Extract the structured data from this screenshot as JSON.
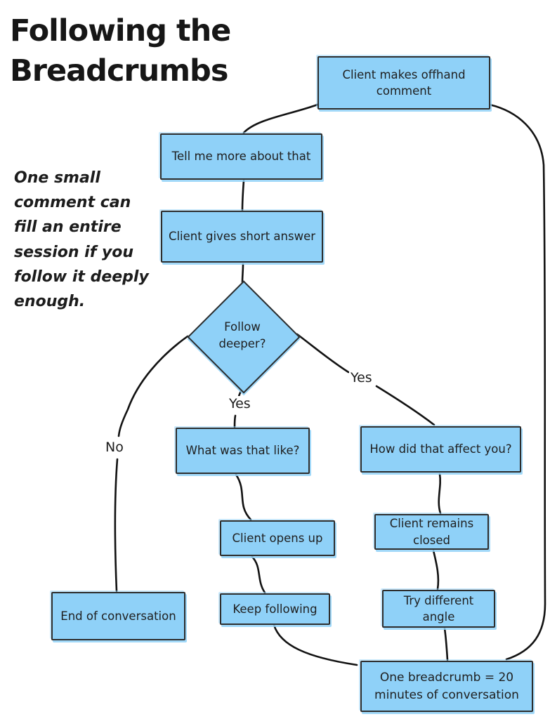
{
  "title": "Following the Breadcrumbs",
  "note": "One small comment can fill an entire session if you follow it deeply enough.",
  "nodes": {
    "offhand": {
      "label": "Client makes offhand comment"
    },
    "tell_me_more": {
      "label": "Tell me more about that"
    },
    "short_answer": {
      "label": "Client gives short answer"
    },
    "follow_deeper": {
      "label": "Follow deeper?"
    },
    "what_was_that": {
      "label": "What was that like?"
    },
    "how_affect": {
      "label": "How did that affect you?"
    },
    "opens_up": {
      "label": "Client opens up"
    },
    "remains_closed": {
      "label": "Client remains closed"
    },
    "end_convo": {
      "label": "End of conversation"
    },
    "keep_following": {
      "label": "Keep following"
    },
    "try_angle": {
      "label": "Try different angle"
    },
    "one_breadcrumb": {
      "label": "One breadcrumb = 20 minutes of conversation"
    }
  },
  "edge_labels": {
    "no": "No",
    "yes_left": "Yes",
    "yes_right": "Yes"
  },
  "colors": {
    "background": "#FFFFFF",
    "node_fill": "#8FD1F8",
    "node_border": "#2D2D2D",
    "line": "#121212",
    "text": "#1F1F1F"
  }
}
